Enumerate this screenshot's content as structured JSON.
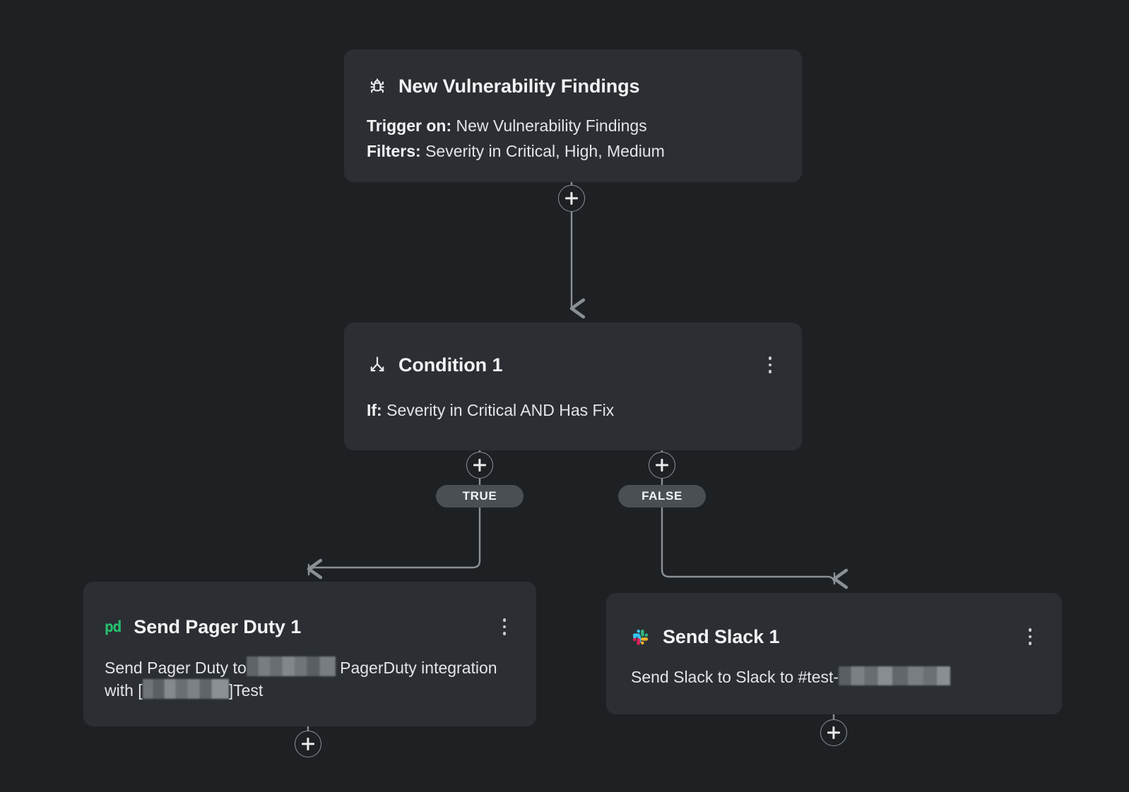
{
  "canvas": {
    "background": "#1e2124",
    "card_background": "#2b2f33",
    "connector_color": "#8b9096",
    "text_primary": "#f1f3f4",
    "text_secondary": "#e3e5e8"
  },
  "nodes": {
    "trigger": {
      "icon": "bug-icon",
      "title": "New Vulnerability Findings",
      "rows": [
        {
          "label": "Trigger on:",
          "value": "New Vulnerability Findings"
        },
        {
          "label": "Filters:",
          "value": "Severity in Critical, High, Medium"
        }
      ],
      "has_kebab": false
    },
    "condition": {
      "icon": "branch-split-icon",
      "title": "Condition 1",
      "label": "If:",
      "value": "Severity in Critical AND Has Fix",
      "has_kebab": true,
      "kebab_name": "condition-more-options"
    },
    "pagerduty": {
      "icon": "pagerduty-logo-icon",
      "logo_text": "pd",
      "logo_color": "#25c16f",
      "title": "Send Pager Duty 1",
      "description_part1": "Send Pager Duty to",
      "description_redacted1": "",
      "description_part2": "PagerDuty integration with [",
      "description_redacted2": "",
      "description_part3": "]Test",
      "has_kebab": true,
      "kebab_name": "pagerduty-more-options"
    },
    "slack": {
      "icon": "slack-logo-icon",
      "title": "Send Slack 1",
      "description_part1": "Send Slack to Slack to #test-",
      "description_redacted": "",
      "has_kebab": true,
      "kebab_name": "slack-more-options",
      "logo_colors": {
        "blue": "#36c5f0",
        "green": "#2eb67d",
        "yellow": "#ecb22e",
        "red": "#e01e5a"
      }
    }
  },
  "branches": {
    "true_label": "TRUE",
    "false_label": "FALSE",
    "pill_background": "#4a4f54"
  },
  "add_buttons": {
    "trigger_to_condition": "+",
    "condition_true": "+",
    "condition_false": "+",
    "after_pagerduty": "+",
    "after_slack": "+"
  }
}
